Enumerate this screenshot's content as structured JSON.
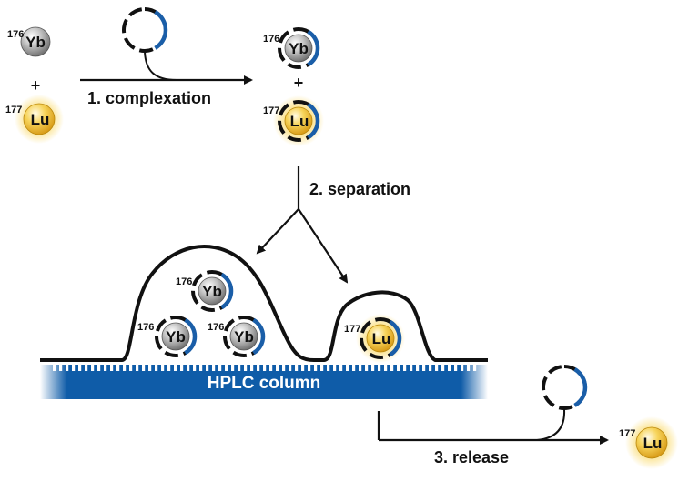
{
  "elements": {
    "yb_symbol": "Yb",
    "yb_mass": "176",
    "lu_symbol": "Lu",
    "lu_mass": "177"
  },
  "plus_sign": "+",
  "steps": {
    "complexation": "1. complexation",
    "separation": "2. separation",
    "release": "3. release"
  },
  "column_label": "HPLC column",
  "colors": {
    "yb_sphere": "#9e9e9e",
    "lu_sphere": "#f2c232",
    "lu_glow": "#fbe28a",
    "chelator_blue": "#1a5ea8",
    "column_blue": "#0f5ca8",
    "line": "#111111"
  },
  "icons": [
    "ytterbium-atom-icon",
    "lutetium-atom-icon",
    "chelator-ring-icon",
    "arrow-icon",
    "chromatogram-peak-icon"
  ]
}
